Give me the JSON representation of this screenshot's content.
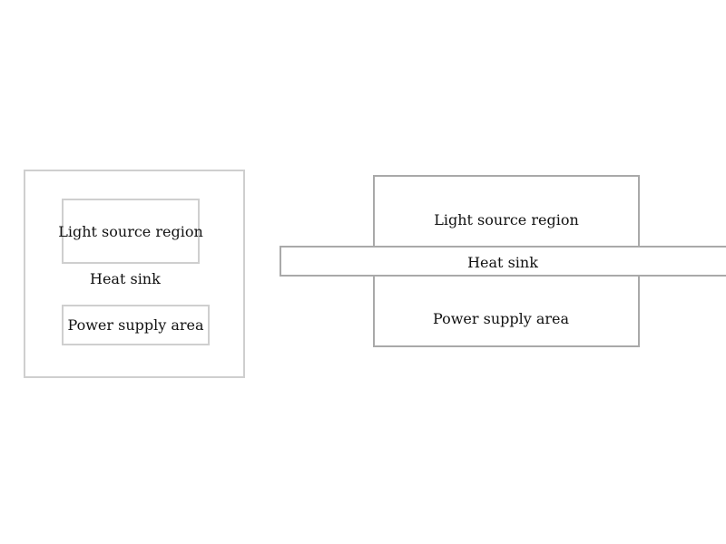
{
  "left_diagram": {
    "light_source_label": "Light source region",
    "heat_sink_label": "Heat sink",
    "power_supply_label": "Power supply area"
  },
  "right_diagram": {
    "light_source_label": "Light source region",
    "heat_sink_label": "Heat sink",
    "power_supply_label": "Power supply area"
  }
}
